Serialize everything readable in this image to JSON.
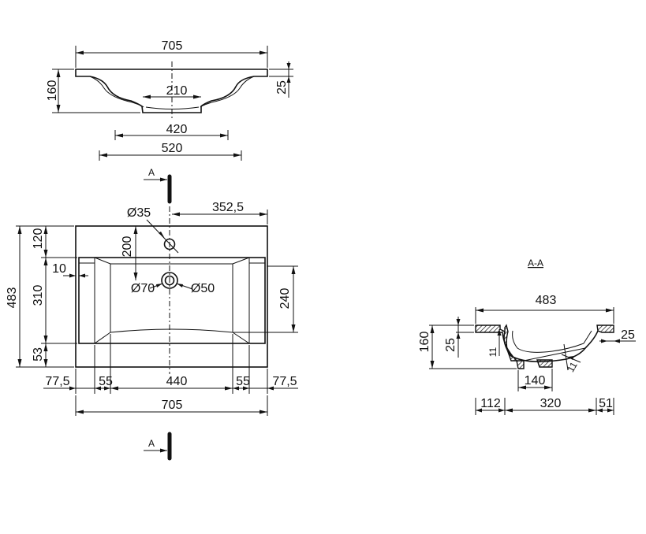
{
  "top_view": {
    "width_overall": "705",
    "height": "160",
    "rim": "25",
    "drain_width": "210",
    "bowl_width": "420",
    "base_width": "520"
  },
  "plan_view": {
    "section_mark_top": "A",
    "section_mark_bottom": "A",
    "tap_hole_diameter": "Ø35",
    "tap_hole_offset": "352,5",
    "tap_to_drain": "200",
    "back_margin": "120",
    "depth_overall": "483",
    "bowl_depth": "310",
    "front_margin": "53",
    "side_wall": "10",
    "drain_outer_diameter": "Ø70",
    "drain_inner_diameter": "Ø50",
    "bowl_inner_depth": "240",
    "bottom_dims": [
      "77,5",
      "55",
      "440",
      "55",
      "77,5"
    ],
    "width_overall": "705"
  },
  "section_view": {
    "title": "A-A",
    "depth_overall": "483",
    "height": "160",
    "rim": "25",
    "wall_left": "11",
    "wall_slope": "11",
    "lip": "25",
    "drain_width": "140",
    "bottom_dims": [
      "112",
      "320",
      "51"
    ]
  }
}
